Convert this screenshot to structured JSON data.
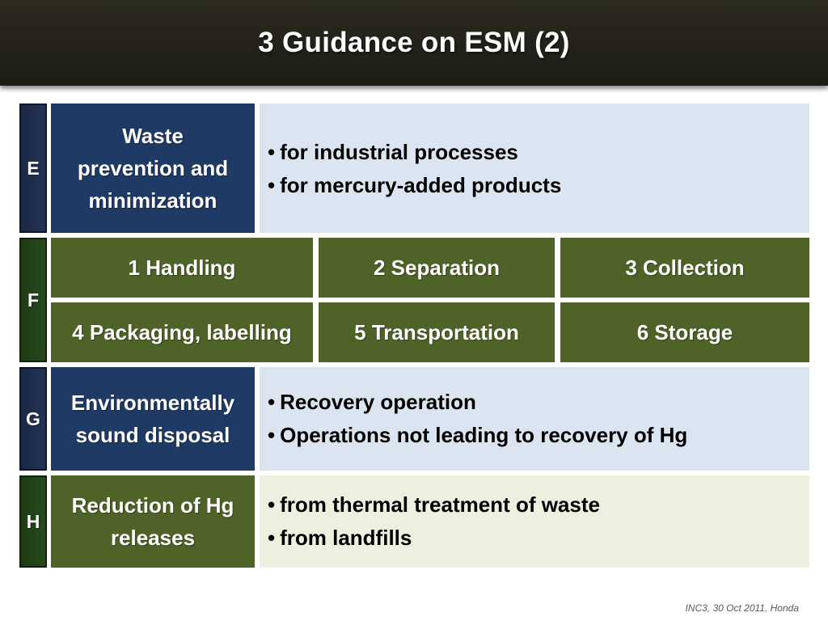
{
  "slide": {
    "title": "3 Guidance on ESM (2)",
    "footer": "INC3, 30 Oct 2011, Honda"
  },
  "rows": {
    "e": {
      "letter": "E",
      "heading_lines": [
        "Waste",
        "prevention and",
        "minimization"
      ],
      "bullets": [
        "for industrial processes",
        "for mercury-added products"
      ]
    },
    "f": {
      "letter": "F",
      "steps": [
        "1 Handling",
        "2 Separation",
        "3 Collection",
        "4 Packaging, labelling",
        "5 Transportation",
        "6 Storage"
      ]
    },
    "g": {
      "letter": "G",
      "heading_lines": [
        "Environmentally",
        "sound disposal"
      ],
      "bullets": [
        "Recovery operation",
        "Operations not leading to recovery of Hg"
      ]
    },
    "h": {
      "letter": "H",
      "heading_lines": [
        "Reduction of Hg",
        "releases"
      ],
      "bullets": [
        "from thermal treatment of waste",
        "from landfills"
      ]
    }
  },
  "bullet_symbol": "•",
  "colors": {
    "title_bar": "#22211a",
    "navy": "#1f3a64",
    "olive": "#4f6228",
    "light_blue": "#dbe5f1",
    "light_green": "#ebf1de"
  }
}
